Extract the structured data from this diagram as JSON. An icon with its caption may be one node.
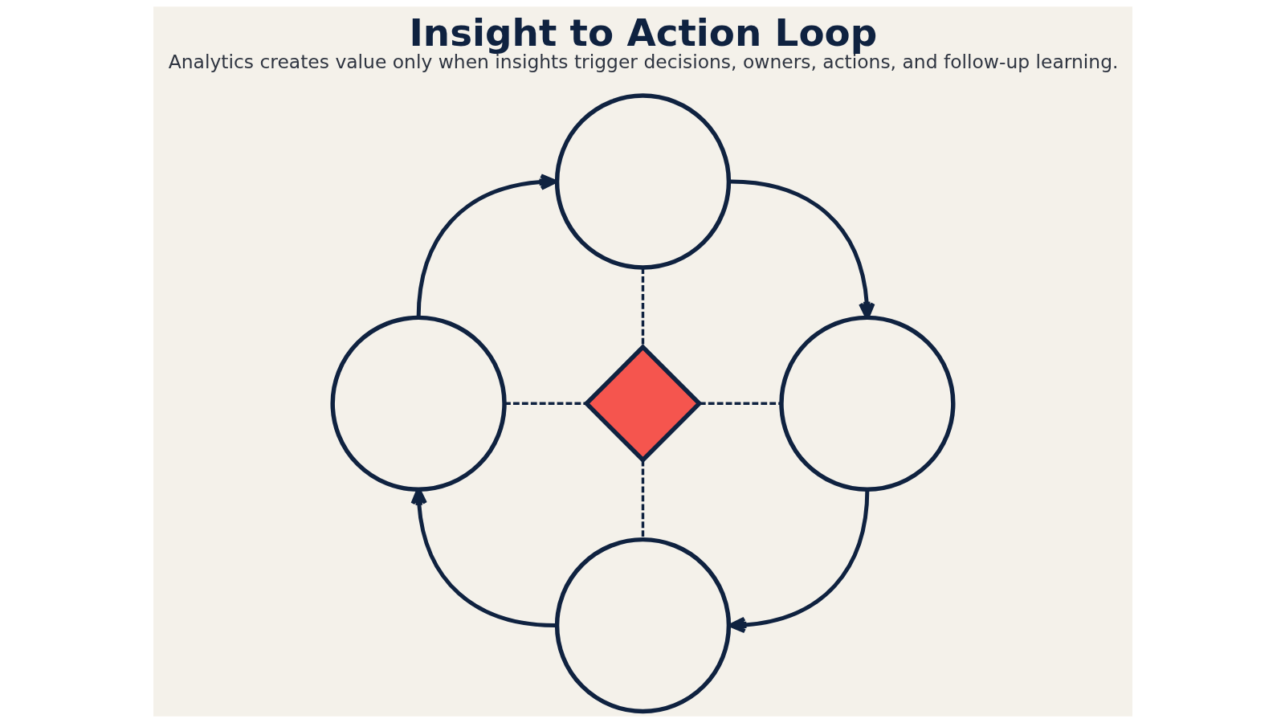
{
  "diagram": {
    "title": "Insight to Action Loop",
    "caption": "Analytics creates value only when insights trigger decisions, owners, actions, and follow-up learning.",
    "nodes": [
      {
        "text": [],
        "shape": "circle"
      },
      {
        "text": [],
        "shape": "circle"
      },
      {
        "text": [],
        "shape": "diamond"
      },
      {
        "text": [],
        "shape": "circle"
      },
      {
        "text": [],
        "shape": "circle"
      }
    ],
    "edges": [
      {
        "from": 1,
        "to": 0,
        "arrow": "to"
      },
      {
        "from": 0,
        "to": 3,
        "arrow": "to"
      },
      {
        "from": 3,
        "to": 4,
        "arrow": "to"
      },
      {
        "from": 4,
        "to": 1,
        "arrow": "to"
      },
      {
        "from": 0,
        "to": 2,
        "arrow": "none",
        "style": "dashed"
      },
      {
        "from": 1,
        "to": 2,
        "arrow": "none",
        "style": "dashed"
      },
      {
        "from": 2,
        "to": 3,
        "arrow": "none",
        "style": "dashed"
      },
      {
        "from": 2,
        "to": 4,
        "arrow": "none",
        "style": "dashed"
      }
    ]
  }
}
